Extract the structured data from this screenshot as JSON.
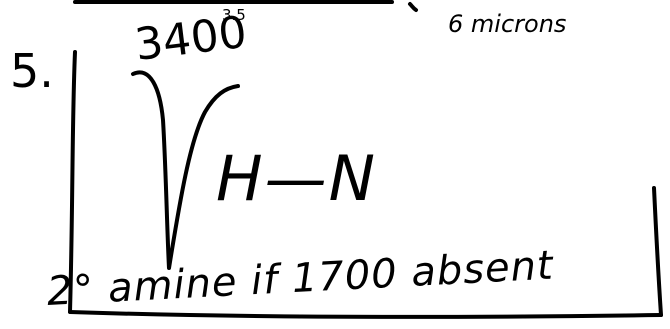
{
  "problem": {
    "number": "5."
  },
  "peak": {
    "wavenumber": "3400",
    "microns_small": "3.5"
  },
  "microns_note": "6 microns",
  "bond_label": "H—N",
  "conclusion": "2° amine if 1700 absent",
  "ink_color": "#000000"
}
